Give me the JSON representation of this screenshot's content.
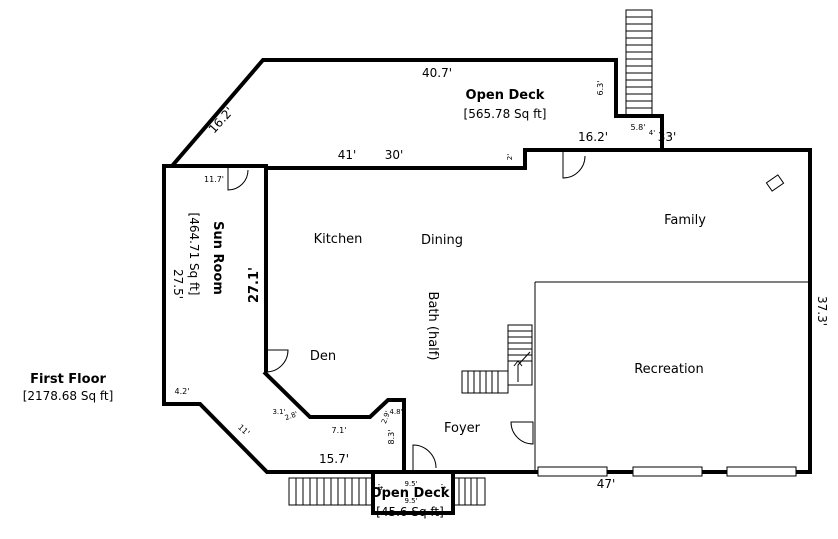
{
  "floor": {
    "name": "First Floor",
    "area": "[2178.68 Sq ft]"
  },
  "rooms": {
    "open_deck_top": {
      "name": "Open Deck",
      "area": "[565.78 Sq ft]"
    },
    "sun_room": {
      "name": "Sun Room",
      "area": "[464.71 Sq ft]",
      "length": "27.5'"
    },
    "kitchen": "Kitchen",
    "dining": "Dining",
    "family": "Family",
    "den": "Den",
    "bath": "Bath (half)",
    "recreation": "Recreation",
    "foyer": "Foyer",
    "open_deck_bottom": {
      "name": "Open Deck",
      "area": "[45.6 Sq ft]"
    }
  },
  "dimensions": {
    "deck_top": "40.7'",
    "deck_diag": "16.2'",
    "deck_right_step": "16.2'",
    "chimney_h": "6.3'",
    "chimney_w": "5.8'",
    "step_4a": "4'",
    "step_33": "33'",
    "wall_41": "41'",
    "wall_30": "30'",
    "step_2": "2'",
    "sun_top": "11.7'",
    "kitchen_height": "27.1'",
    "right_wall": "37.3'",
    "sun_bottom": "4.2'",
    "diag_11": "11'",
    "den_31": "3.1'",
    "den_28": "2.8'",
    "den_71": "7.1'",
    "den_29": "2.9'",
    "den_48": "4.8'",
    "foyer_83": "8.3'",
    "bottom_157": "15.7'",
    "bottom_47": "47'",
    "deck_95a": "9.5'",
    "deck_95b": "9.5'",
    "deck_4a": "4'",
    "deck_4b": "4'"
  }
}
